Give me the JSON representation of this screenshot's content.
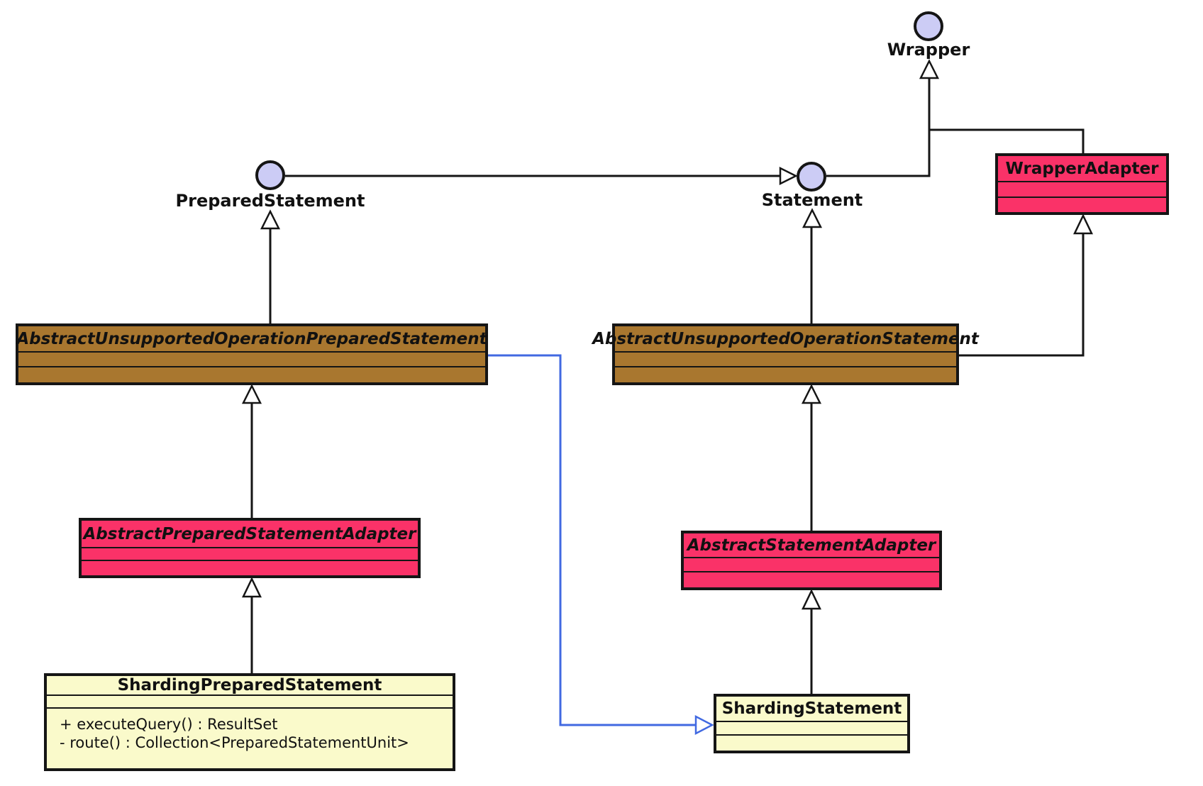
{
  "colors": {
    "abstract_class_fill": "#A9772F",
    "adapter_class_fill": "#FA3268",
    "concrete_class_fill": "#FAFACB",
    "interface_ball_fill": "#CCCCF5",
    "connector_black": "#151515",
    "connector_blue": "#4169E1"
  },
  "interfaces": {
    "wrapper": {
      "label": "Wrapper"
    },
    "prepared_statement": {
      "label": "PreparedStatement"
    },
    "statement": {
      "label": "Statement"
    }
  },
  "classes": {
    "wrapper_adapter": {
      "label": "WrapperAdapter"
    },
    "abstract_unsupported_operation_prepared_statement": {
      "label": "AbstractUnsupportedOperationPreparedStatement"
    },
    "abstract_unsupported_operation_statement": {
      "label": "AbstractUnsupportedOperationStatement"
    },
    "abstract_prepared_statement_adapter": {
      "label": "AbstractPreparedStatementAdapter"
    },
    "abstract_statement_adapter": {
      "label": "AbstractStatementAdapter"
    },
    "sharding_prepared_statement": {
      "label": "ShardingPreparedStatement",
      "methods": [
        "+ executeQuery() : ResultSet",
        "- route() : Collection<PreparedStatementUnit>"
      ]
    },
    "sharding_statement": {
      "label": "ShardingStatement"
    }
  },
  "edges": [
    {
      "from": "PreparedStatement",
      "to": "Statement",
      "type": "generalization"
    },
    {
      "from": "Statement",
      "to": "Wrapper",
      "type": "generalization"
    },
    {
      "from": "WrapperAdapter",
      "to": "Wrapper",
      "type": "generalization"
    },
    {
      "from": "AbstractUnsupportedOperationPreparedStatement",
      "to": "PreparedStatement",
      "type": "generalization"
    },
    {
      "from": "AbstractUnsupportedOperationStatement",
      "to": "Statement",
      "type": "generalization"
    },
    {
      "from": "AbstractUnsupportedOperationStatement",
      "to": "WrapperAdapter",
      "type": "generalization"
    },
    {
      "from": "AbstractPreparedStatementAdapter",
      "to": "AbstractUnsupportedOperationPreparedStatement",
      "type": "generalization"
    },
    {
      "from": "AbstractStatementAdapter",
      "to": "AbstractUnsupportedOperationStatement",
      "type": "generalization"
    },
    {
      "from": "ShardingPreparedStatement",
      "to": "AbstractPreparedStatementAdapter",
      "type": "generalization"
    },
    {
      "from": "ShardingStatement",
      "to": "AbstractStatementAdapter",
      "type": "generalization"
    },
    {
      "from": "AbstractUnsupportedOperationPreparedStatement",
      "to": "ShardingStatement",
      "type": "generalization-blue"
    }
  ]
}
